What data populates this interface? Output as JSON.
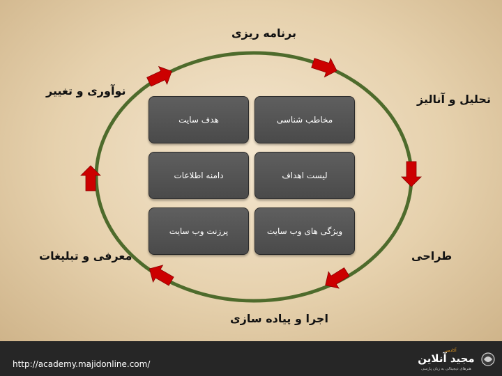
{
  "cycle": {
    "stages": [
      {
        "id": "top",
        "label": "برنامه ریزی"
      },
      {
        "id": "right-top",
        "label": "تحلیل و آنالیز"
      },
      {
        "id": "right-bottom",
        "label": "طراحی"
      },
      {
        "id": "bottom",
        "label": "اجرا و پیاده سازی"
      },
      {
        "id": "left-bottom",
        "label": "معرفی و تبلیغات"
      },
      {
        "id": "left-top",
        "label": "نوآوری و تغییر"
      }
    ]
  },
  "grid": {
    "boxes": [
      {
        "label": "مخاطب شناسی"
      },
      {
        "label": "هدف سایت"
      },
      {
        "label": "لیست اهداف"
      },
      {
        "label": "دامنه اطلاعات"
      },
      {
        "label": "ویژگی های وب سایت"
      },
      {
        "label": "پرزنت وب سایت"
      }
    ]
  },
  "colors": {
    "ring": "#4e6b2c",
    "arrow": "#cc0000",
    "box": "#555555",
    "footer": "#262626"
  },
  "footer": {
    "url": "http://academy.majidonline.com/",
    "logo_text": "مجید آنلاین",
    "logo_small": "آکادمی",
    "logo_tagline": "هنرهای دیجیتالی به زبان پارسی"
  }
}
